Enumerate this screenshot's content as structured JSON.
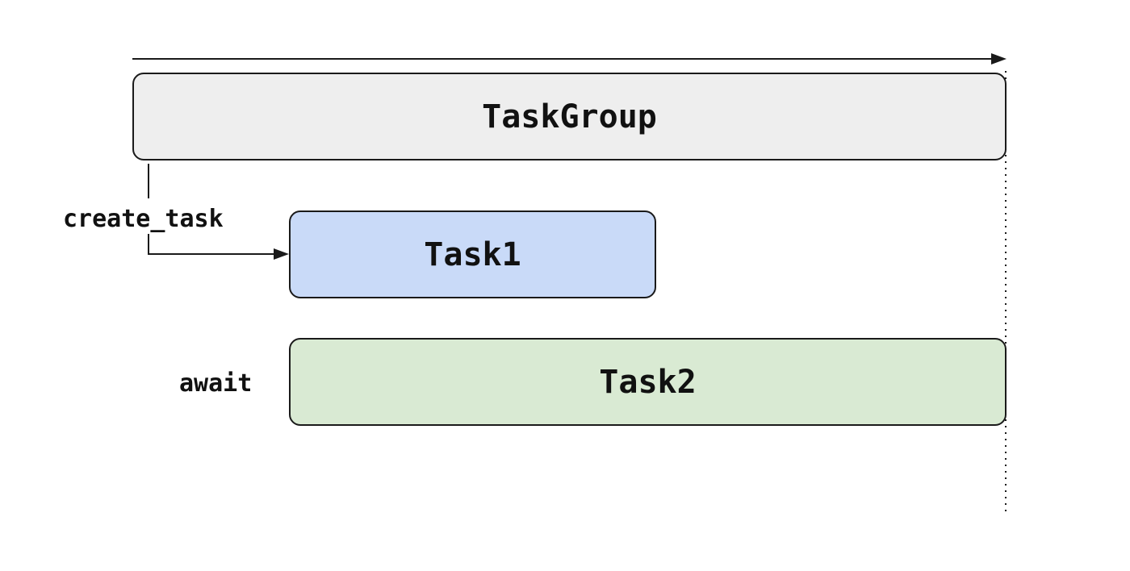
{
  "diagram": {
    "nodes": {
      "taskgroup": {
        "label": "TaskGroup",
        "fill": "#eeeeee"
      },
      "task1": {
        "label": "Task1",
        "fill": "#c9daf8"
      },
      "task2": {
        "label": "Task2",
        "fill": "#d9ead3"
      }
    },
    "annotations": {
      "create_task": "create_task",
      "await": "await"
    },
    "edges": [
      {
        "from": "taskgroup",
        "to": "task1",
        "label": "create_task"
      }
    ],
    "colors": {
      "stroke": "#1a1a1a",
      "text": "#111111"
    }
  }
}
